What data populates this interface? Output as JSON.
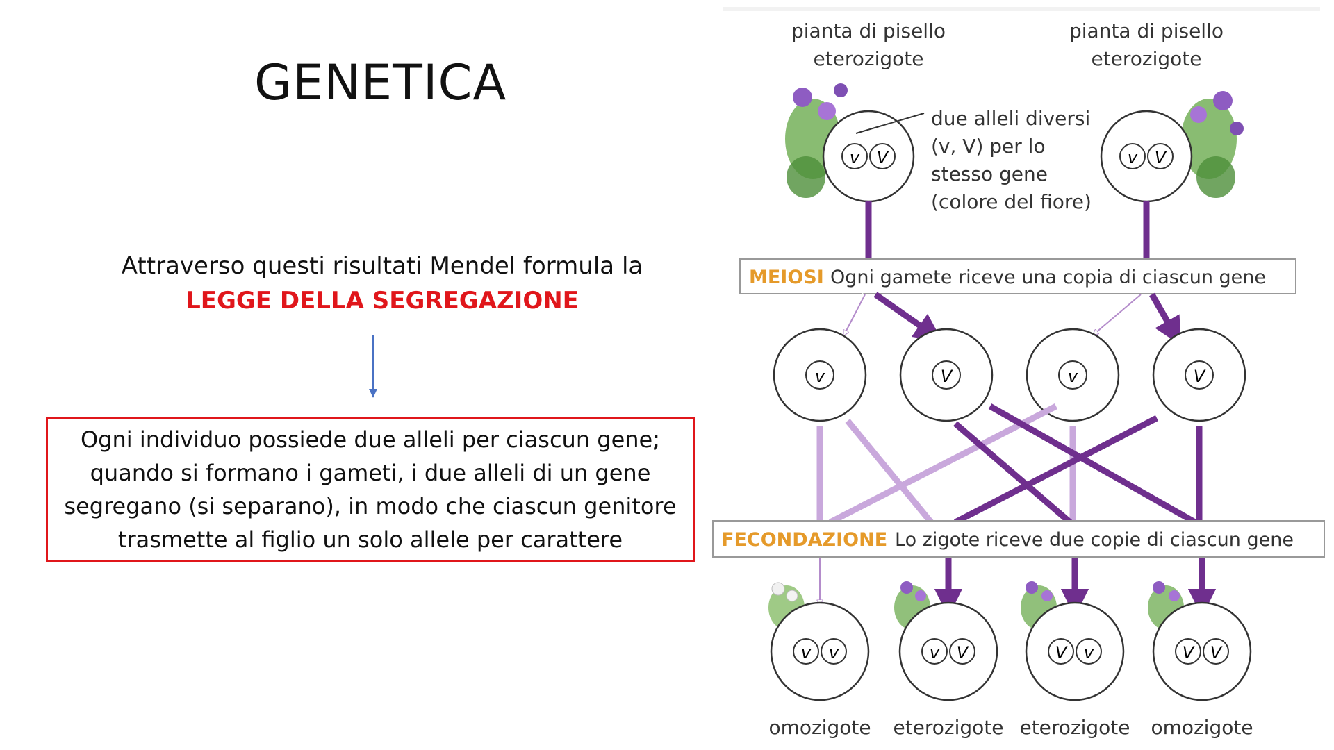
{
  "slide": {
    "title": "GENETICA",
    "intro_line": "Attraverso questi risultati Mendel formula la",
    "law_name": "LEGGE DELLA SEGREGAZIONE",
    "law_box_text": "Ogni individuo possiede due alleli per ciascun gene; quando si formano i gameti, i due alleli di un gene segregano (si separano), in modo che ciascun genitore trasmette al figlio un solo allele per carattere"
  },
  "diagram": {
    "parent_left_line1": "pianta di pisello",
    "parent_left_line2": "eterozigote",
    "parent_right_line1": "pianta di pisello",
    "parent_right_line2": "eterozigote",
    "annotation_line1": "due alleli diversi",
    "annotation_line2": "(v, V) per lo",
    "annotation_line3": "stesso gene",
    "annotation_line4": "(colore del fiore)",
    "meiosi_label": "MEIOSI",
    "meiosi_text": "Ogni gamete riceve una copia di ciascun gene",
    "fecondazione_label": "FECONDAZIONE",
    "fecondazione_text": "Lo zigote riceve due copie di ciascun gene",
    "allele_recessive": "v",
    "allele_dominant": "V",
    "offspring_labels": [
      "omozigote",
      "eterozigote",
      "eterozigote",
      "omozigote"
    ],
    "colors": {
      "purple": "#6f2f8e",
      "light_purple": "#c9a8dc",
      "orange": "#e59a2a",
      "red": "#e0161b",
      "arrow_blue": "#4a72c4"
    }
  }
}
